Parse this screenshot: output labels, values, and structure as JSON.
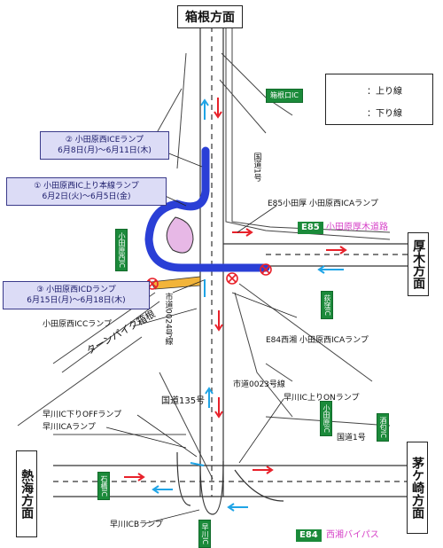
{
  "directions": {
    "hakone": "箱根方面",
    "atsugi": "厚木方面",
    "atami": "熱海方面",
    "chigasaki": "茅ケ崎方面"
  },
  "legend": {
    "up_label": "：上り線",
    "down_label": "：下り線",
    "up_color": "#e8212a",
    "down_color": "#1fa4e6"
  },
  "callouts": [
    {
      "line1": "② 小田原西ICEランプ",
      "line2": "6月8日(月)～6月11日(木)"
    },
    {
      "line1": "① 小田原西IC上り本線ランプ",
      "line2": "6月2日(火)～6月5日(金)"
    },
    {
      "line1": "③ 小田原西ICDランプ",
      "line2": "6月15日(月)～6月18日(木)"
    }
  ],
  "ic_signs": {
    "hakoneguchi": "箱根口IC",
    "odawaranishi": "小田原西IC",
    "ogikubo": "荻窪IC",
    "odawarahara": "小田原IC",
    "sakawa": "酒匂IC",
    "ishibashi": "石橋IC",
    "hayakawa": "早川IC"
  },
  "routes": {
    "e85_code": "E85",
    "e85_name": "小田原厚木道路",
    "e84_code": "E84",
    "e84_name": "西湘バイパス"
  },
  "labels": {
    "kokudo1_top": "国道1号",
    "e85_a_ramp": "E85小田厚 小田原西ICAランプ",
    "e84_a_ramp": "E84西湘 小田原西ICAランプ",
    "c_ramp": "小田原西ICCランプ",
    "turnpike": "ターンパイク箱根",
    "shido_24": "市道0024号線",
    "shido_23": "市道0023号線",
    "kokudo135": "国道135号",
    "hayakawa_off": "早川IC下りOFFランプ",
    "hayakawa_a": "早川ICAランプ",
    "hayakawa_on": "早川IC上りONランプ",
    "kokudo1_right": "国道1号",
    "hayakawa_b": "早川ICBランプ"
  },
  "colors": {
    "closure_e": "#2a3fd6",
    "closure_main": "#2a3fd6",
    "closure_d": "#f2b43a",
    "road_line": "#333333",
    "closed_mark": "#e8212a",
    "loop_fill": "#e7b8e6"
  }
}
